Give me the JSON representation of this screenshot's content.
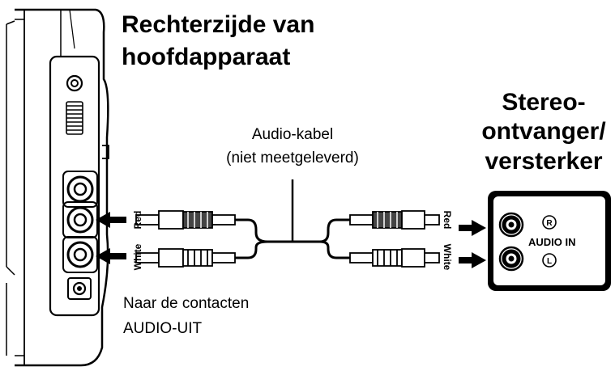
{
  "device_title": {
    "line1": "Rechterzijde van",
    "line2": "hoofdapparaat"
  },
  "receiver_title": {
    "line1": "Stereo-",
    "line2": "ontvanger/",
    "line3": "versterker"
  },
  "cable_label": {
    "line1": "Audio-kabel",
    "line2": "(niet meetgeleverd)"
  },
  "output_label": {
    "line1": "Naar de contacten",
    "line2": "AUDIO-UIT"
  },
  "plug_colors": {
    "red": "Red",
    "white": "White"
  },
  "receiver_panel": {
    "input_label": "AUDIO IN",
    "right_channel": "R",
    "left_channel": "L"
  }
}
